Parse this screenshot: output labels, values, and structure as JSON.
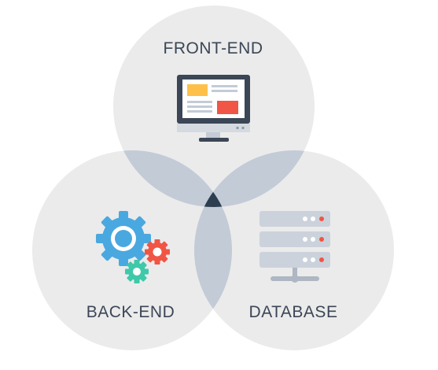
{
  "labels": {
    "front_end": "FRONT-END",
    "back_end": "BACK-END",
    "database": "DATABASE"
  },
  "icons": {
    "front_end": "monitor-icon",
    "back_end": "gears-icon",
    "database": "server-icon"
  },
  "colors": {
    "circle_fill": "#ebebeb",
    "pair_overlap": "#c3cbd7",
    "center_overlap": "#2c3e50",
    "label_text": "#3b4656",
    "gear_blue": "#4aa8e0",
    "gear_red": "#f05545",
    "gear_teal": "#3ec9a9",
    "accent_yellow": "#ffc04a",
    "accent_red": "#f05545"
  }
}
